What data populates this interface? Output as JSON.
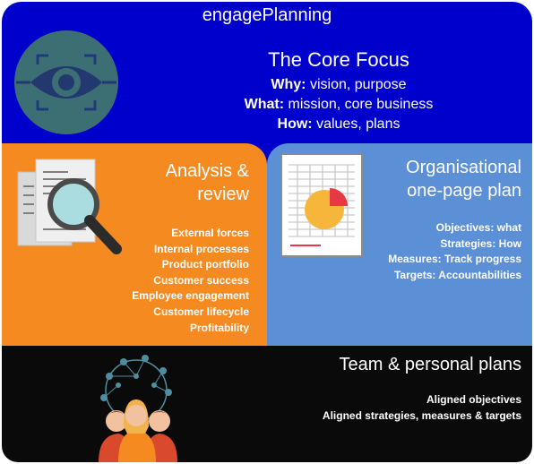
{
  "header": {
    "brand": "engagePlanning"
  },
  "core": {
    "title": "The Core Focus",
    "lines": [
      {
        "label": "Why:",
        "text": " vision, purpose"
      },
      {
        "label": "What:",
        "text": " mission, core business"
      },
      {
        "label": "How:",
        "text": " values, plans"
      }
    ],
    "icon": "eye-icon"
  },
  "analysis": {
    "title_line1": "Analysis &",
    "title_line2": "review",
    "items": [
      "External forces",
      "Internal processes",
      "Product portfolio",
      "Customer success",
      "Employee engagement",
      "Customer lifecycle",
      "Profitability"
    ],
    "icon": "magnifier-documents-icon"
  },
  "plan": {
    "title_line1": "Organisational",
    "title_line2": "one-page plan",
    "items": [
      "Objectives: what",
      "Strategies: How",
      "Measures: Track progress",
      "Targets: Accountabilities"
    ],
    "icon": "report-chart-icon"
  },
  "team": {
    "title": "Team & personal plans",
    "items": [
      "Aligned objectives",
      "Aligned strategies, measures & targets"
    ],
    "icon": "people-network-icon"
  },
  "colors": {
    "top": "#0000cc",
    "analysis": "#f58a20",
    "plan": "#5b8fd6",
    "team": "#0a0a0a",
    "text": "#ffffff"
  }
}
